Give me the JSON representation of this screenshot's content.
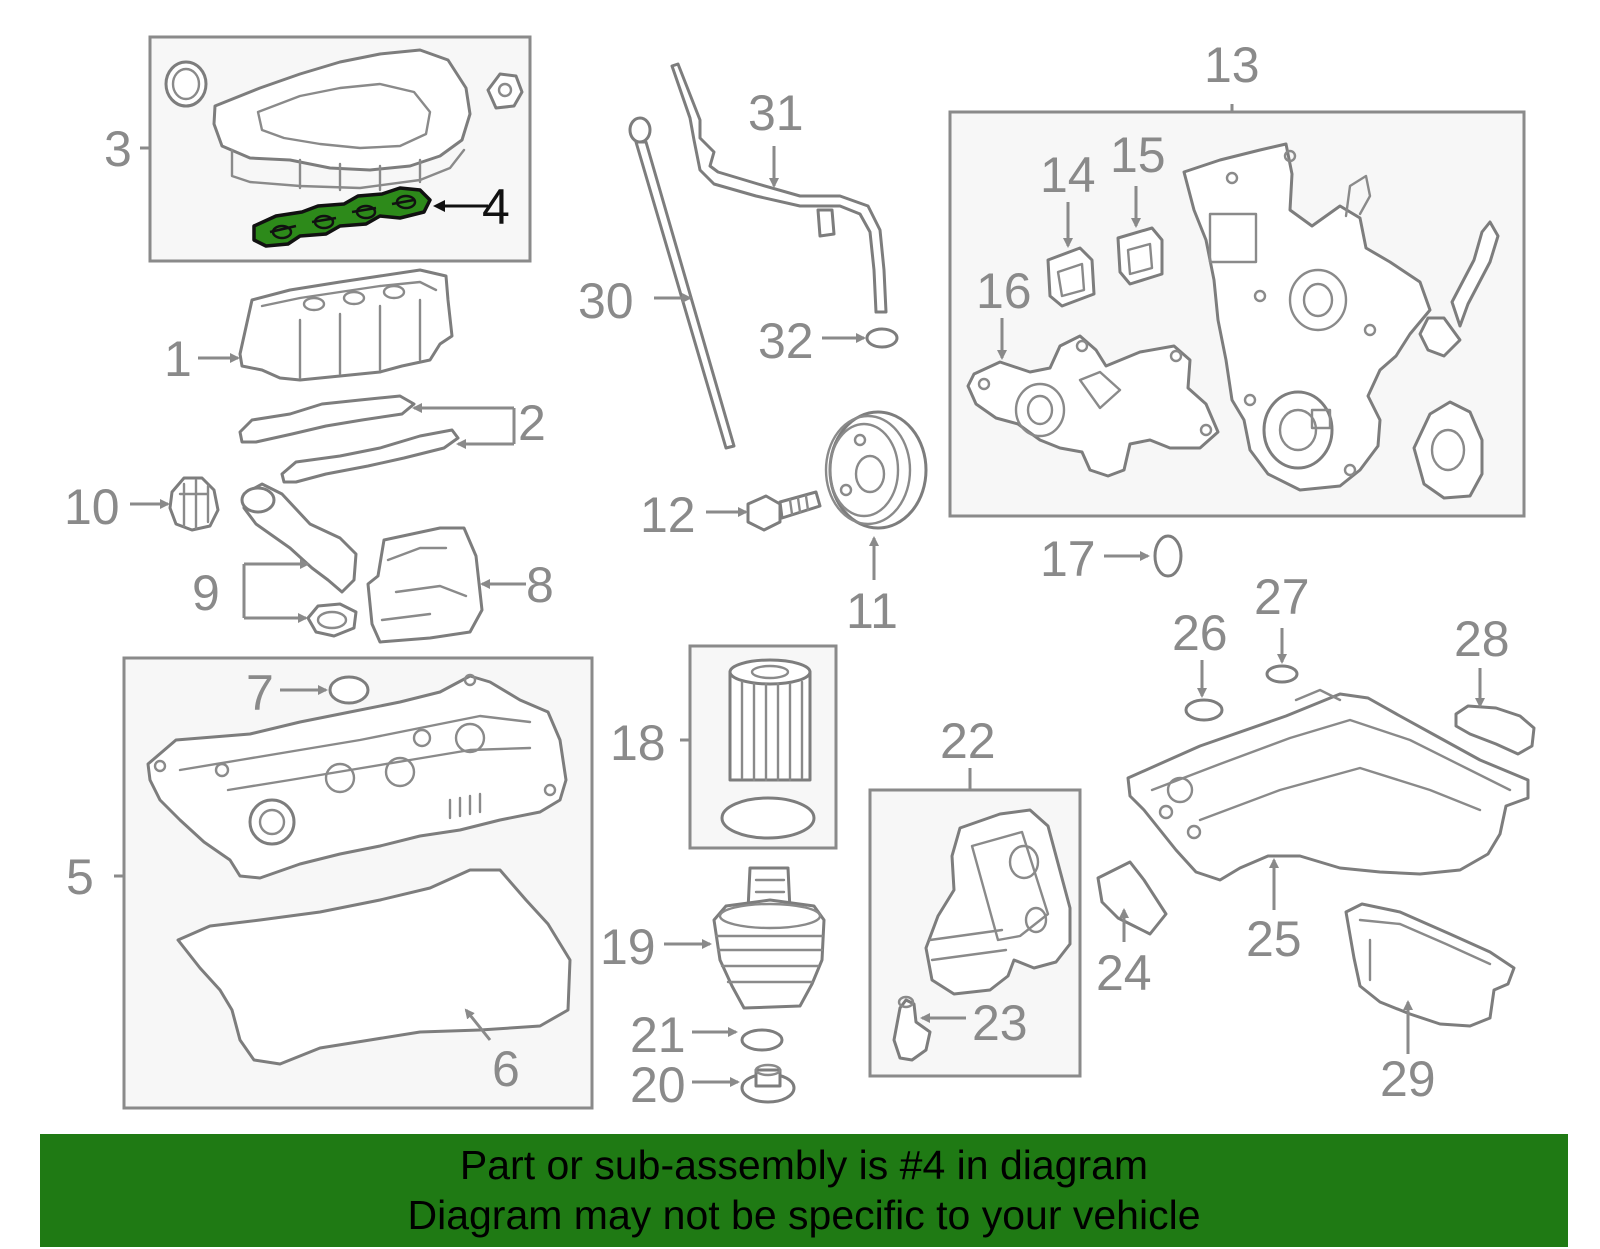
{
  "diagram": {
    "highlighted_part": "4",
    "callouts": [
      "1",
      "2",
      "3",
      "4",
      "5",
      "6",
      "7",
      "8",
      "9",
      "10",
      "11",
      "12",
      "13",
      "14",
      "15",
      "16",
      "17",
      "18",
      "19",
      "20",
      "21",
      "22",
      "23",
      "24",
      "25",
      "26",
      "27",
      "28",
      "29",
      "30",
      "31",
      "32"
    ]
  },
  "banner": {
    "line1": "Part or sub-assembly is #4 in diagram",
    "line2": "Diagram may not be specific to your vehicle",
    "background_color": "#1f7a14"
  },
  "colors": {
    "line_art": "#7d7d7d",
    "highlight_fill": "#2d8a1a"
  }
}
